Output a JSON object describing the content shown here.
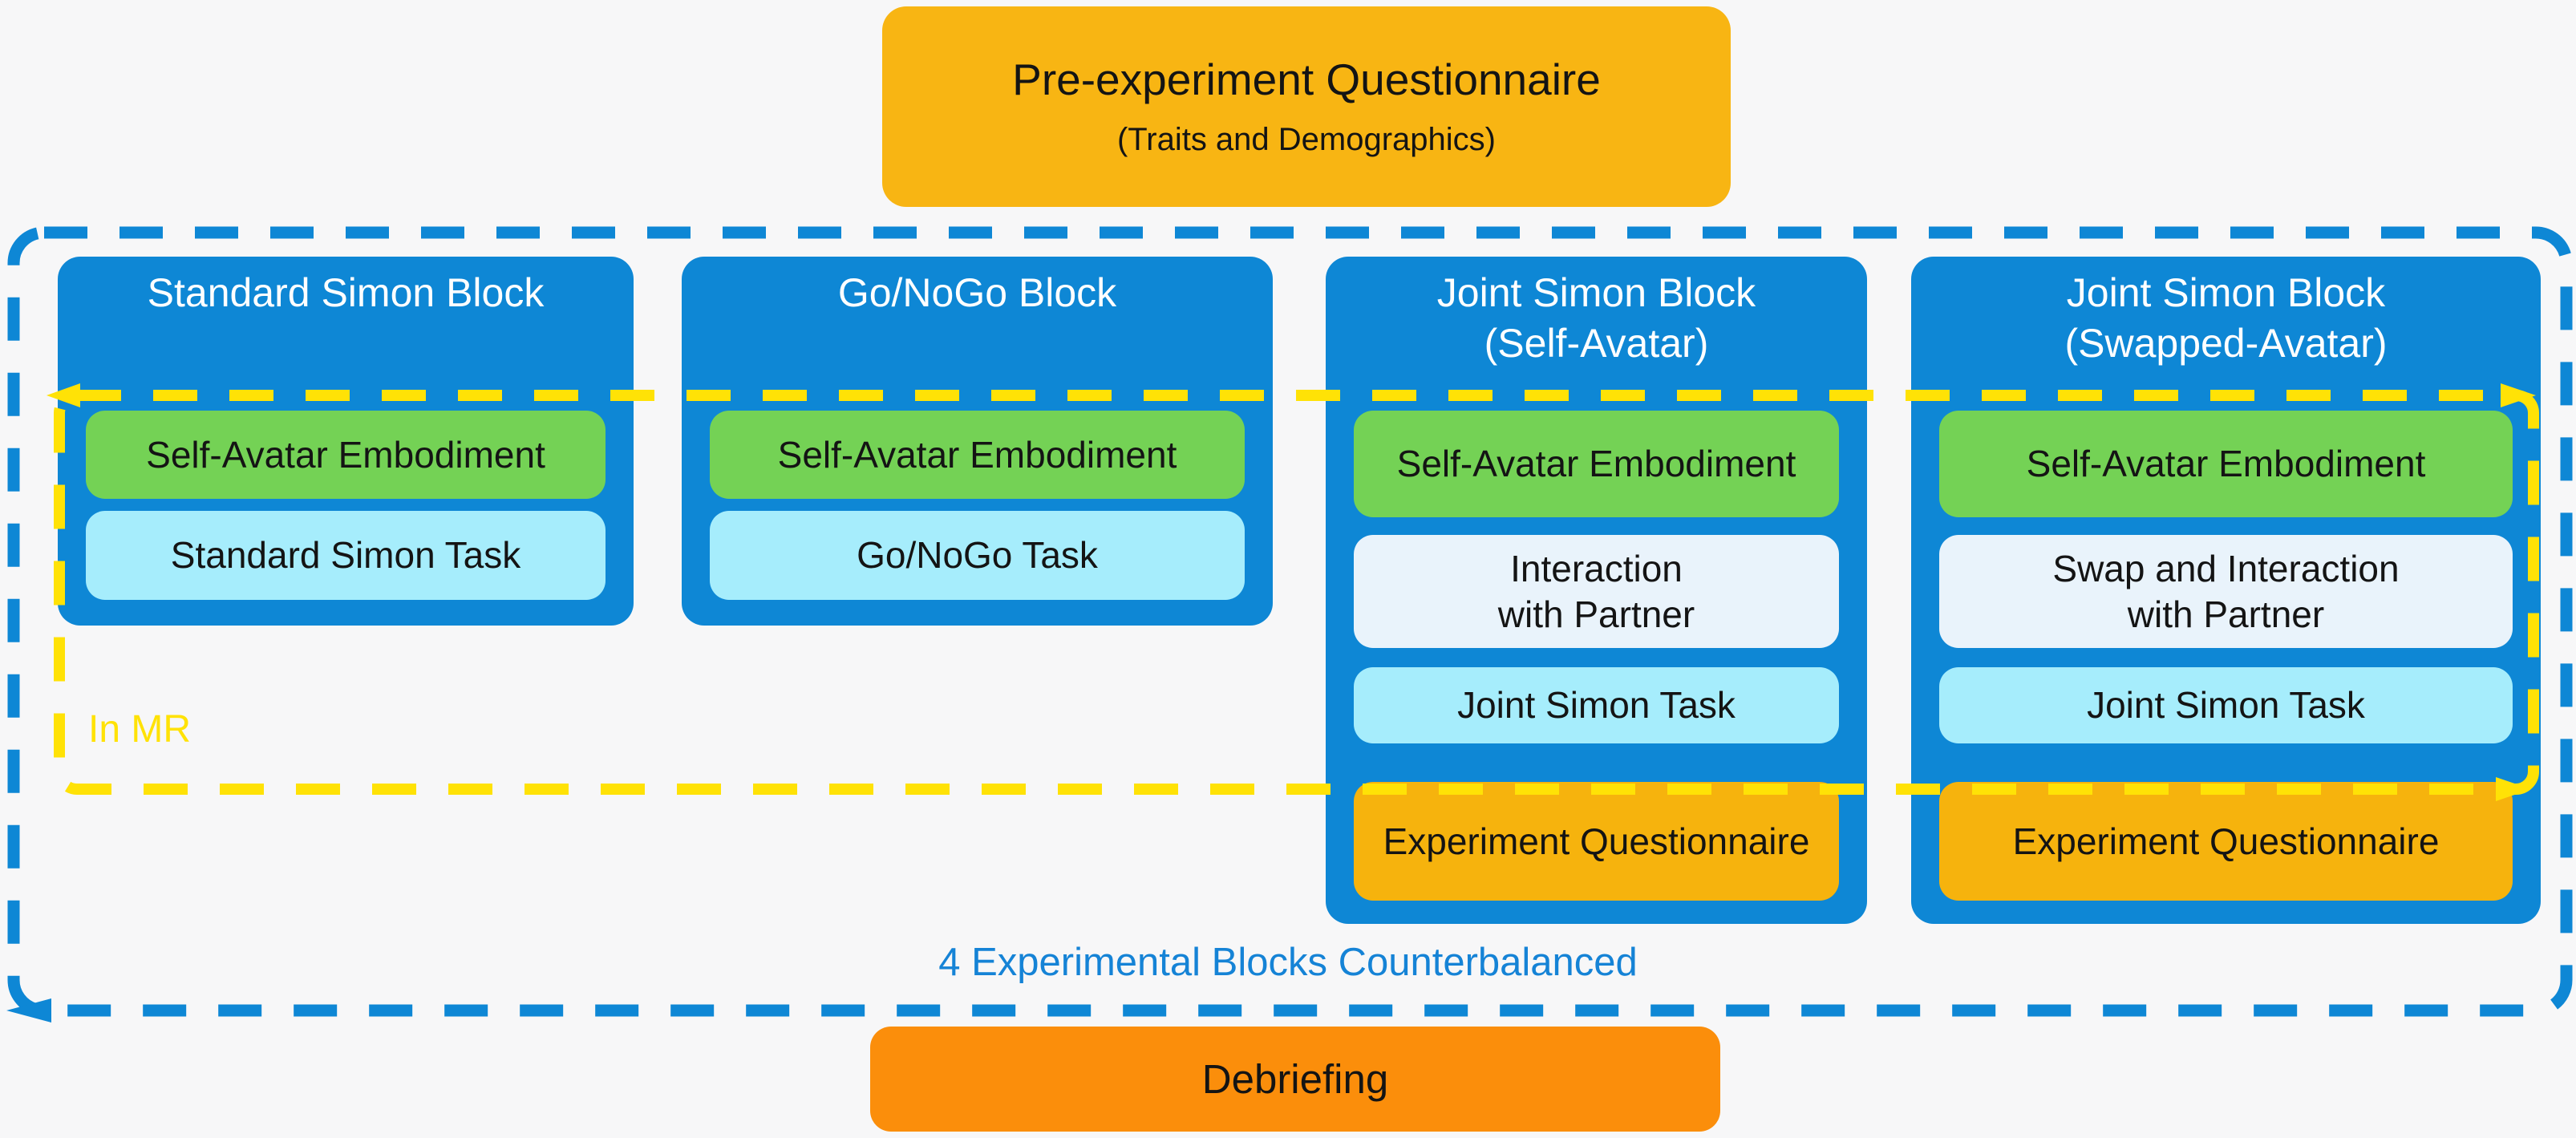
{
  "pre_questionnaire": {
    "title": "Pre-experiment Questionnaire",
    "subtitle": "(Traits and Demographics)"
  },
  "blocks": [
    {
      "title1": "Standard Simon Block",
      "embodiment": "Self-Avatar Embodiment",
      "task": "Standard Simon Task"
    },
    {
      "title1": "Go/NoGo Block",
      "embodiment": "Self-Avatar Embodiment",
      "task": "Go/NoGo Task"
    },
    {
      "title1": "Joint Simon Block",
      "title2": "(Self-Avatar)",
      "embodiment": "Self-Avatar Embodiment",
      "interaction": "Interaction\nwith Partner",
      "task": "Joint Simon Task",
      "questionnaire": "Experiment Questionnaire"
    },
    {
      "title1": "Joint Simon Block",
      "title2": "(Swapped-Avatar)",
      "embodiment": "Self-Avatar Embodiment",
      "interaction": "Swap and Interaction\nwith Partner",
      "task": "Joint Simon Task",
      "questionnaire": "Experiment Questionnaire"
    }
  ],
  "mr_region": {
    "label": "In MR"
  },
  "outer_region": {
    "caption": "4 Experimental Blocks Counterbalanced"
  },
  "debriefing": {
    "label": "Debriefing"
  },
  "colors": {
    "background": "#f7f7f8",
    "block_blue": "#0e87d5",
    "dashed_blue": "#0e87d5",
    "dashed_yellow": "#ffe206",
    "embodiment_green": "#74d255",
    "task_cyan": "#a6edfc",
    "interaction_white": "#e9f3fb",
    "questionnaire_orange": "#f6b30d",
    "pre_questionnaire_orange": "#f8b513",
    "debriefing_orange": "#fb8e0b",
    "caption_blue": "#1583d6"
  }
}
